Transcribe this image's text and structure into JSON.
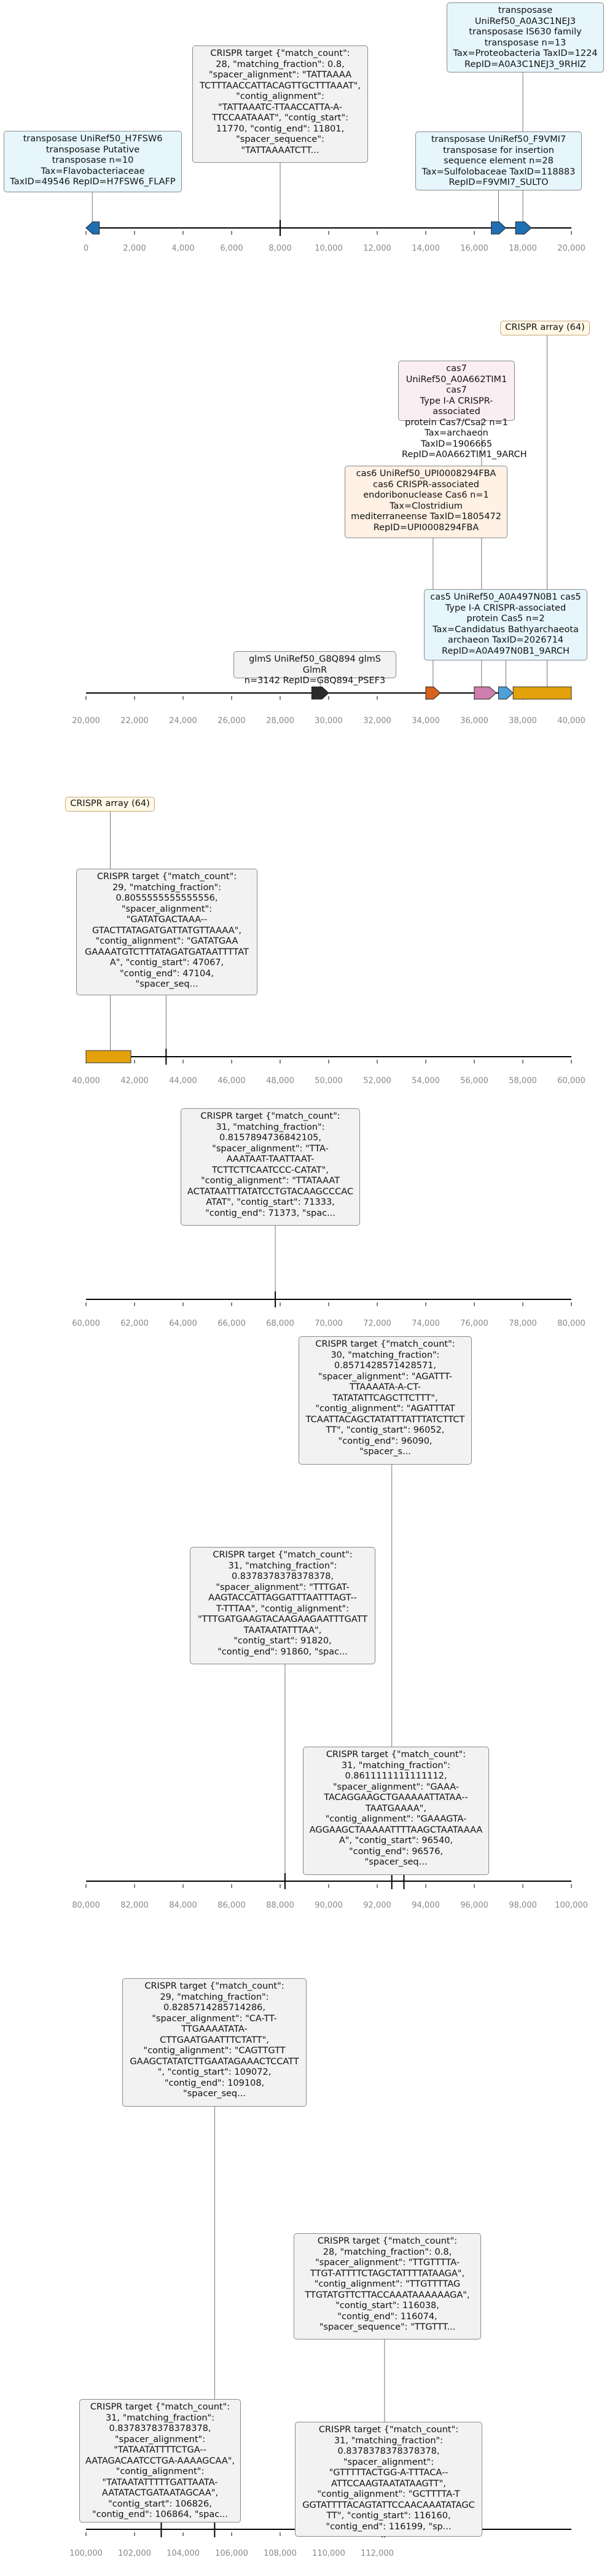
{
  "tracks": [
    {
      "ticks": [
        "0",
        "2,000",
        "4,000",
        "6,000",
        "8,000",
        "10,000",
        "12,000",
        "14,000",
        "16,000",
        "18,000",
        "20,000"
      ],
      "axis": {
        "start": 0,
        "end": 20000
      },
      "features": [
        {
          "type": "arrow",
          "dir": "left",
          "start": 0,
          "end": 550,
          "color": "#1f6fb5"
        },
        {
          "type": "arrow",
          "dir": "right",
          "start": 16700,
          "end": 17300,
          "color": "#1f6fb5"
        },
        {
          "type": "arrow",
          "dir": "right",
          "start": 17700,
          "end": 18350,
          "color": "#1f6fb5"
        },
        {
          "type": "mark",
          "pos": 8000
        }
      ],
      "labels": [
        {
          "style": "b-blue",
          "anchor": 260,
          "text": "transposase UniRef50_H7FSW6\ntransposase Putative\ntransposase n=10\nTax=Flavobacteriaceae\nTaxID=49546 RepID=H7FSW6_FLAFP"
        },
        {
          "style": "b-gray",
          "anchor": 8000,
          "text": "CRISPR target {\"match_count\":\n28, \"matching_fraction\": 0.8,\n\"spacer_alignment\": \"TATTAAAA\nTCTTTAACCATTACAGTTGCTTTAAAT\",\n\"contig_alignment\":\n\"TATTAAATC-TTAACCATTA-A-\nTTCCAATAAAT\", \"contig_start\":\n11770, \"contig_end\": 11801,\n\"spacer_sequence\":\n\"TATTAAAATCTT..."
        },
        {
          "style": "b-blue",
          "anchor": 18000,
          "text": "transposase\nUniRef50_A0A3C1NEJ3\ntransposase IS630 family\ntransposase n=13\nTax=Proteobacteria TaxID=1224\nRepID=A0A3C1NEJ3_9RHIZ"
        },
        {
          "style": "b-blue",
          "anchor": 17000,
          "text": "transposase UniRef50_F9VMI7\ntransposase for insertion\nsequence element n=28\nTax=Sulfolobaceae TaxID=118883\nRepID=F9VMI7_SULTO"
        }
      ]
    },
    {
      "ticks": [
        "20,000",
        "22,000",
        "24,000",
        "26,000",
        "28,000",
        "30,000",
        "32,000",
        "34,000",
        "36,000",
        "38,000",
        "40,000"
      ],
      "axis": {
        "start": 20000,
        "end": 40000
      },
      "features": [
        {
          "type": "arrow",
          "dir": "right",
          "start": 29300,
          "end": 30000,
          "color": "#2b2b2b"
        },
        {
          "type": "arrow",
          "dir": "right",
          "start": 34000,
          "end": 34600,
          "color": "#d8621c"
        },
        {
          "type": "arrow",
          "dir": "right",
          "start": 36000,
          "end": 36900,
          "color": "#cf7fae"
        },
        {
          "type": "arrow",
          "dir": "right",
          "start": 37000,
          "end": 37600,
          "color": "#4fa0d8"
        },
        {
          "type": "rect",
          "start": 37600,
          "end": 40000,
          "color": "#e3a10b"
        }
      ],
      "labels": [
        {
          "style": "b-cream",
          "anchor": 39000,
          "text": "CRISPR array (64)"
        },
        {
          "style": "b-pink",
          "anchor": 36300,
          "text": "cas7 UniRef50_A0A662TIM1 cas7\nType I-A CRISPR-associated\nprotein Cas7/Csa2 n=1\nTax=archaeon TaxID=1906665\nRepID=A0A662TIM1_9ARCH"
        },
        {
          "style": "b-orange",
          "anchor": 34300,
          "text": "cas6 UniRef50_UPI0008294FBA\ncas6 CRISPR-associated\nendoribonuclease Cas6 n=1\nTax=Clostridium\nmediterraneense TaxID=1805472\nRepID=UPI0008294FBA"
        },
        {
          "style": "b-blue",
          "anchor": 37300,
          "text": "cas5 UniRef50_A0A497N0B1 cas5\nType I-A CRISPR-associated\nprotein Cas5 n=2\nTax=Candidatus Bathyarchaeota\narchaeon TaxID=2026714\nRepID=A0A497N0B1_9ARCH"
        },
        {
          "style": "b-gray",
          "anchor": 29650,
          "text": "glmS UniRef50_G8Q894 glmS GlmR\nn=3142 RepID=G8Q894_PSEF3"
        }
      ]
    },
    {
      "ticks": [
        "40,000",
        "42,000",
        "44,000",
        "46,000",
        "48,000",
        "50,000",
        "52,000",
        "54,000",
        "56,000",
        "58,000",
        "60,000"
      ],
      "axis": {
        "start": 40000,
        "end": 60000
      },
      "features": [
        {
          "type": "rect",
          "start": 40000,
          "end": 41850,
          "color": "#e3a10b"
        },
        {
          "type": "mark",
          "pos": 43300
        }
      ],
      "labels": [
        {
          "style": "b-cream",
          "anchor": 41000,
          "text": "CRISPR array (64)"
        },
        {
          "style": "b-gray",
          "anchor": 43300,
          "text": "CRISPR target {\"match_count\":\n29, \"matching_fraction\":\n0.8055555555555556,\n\"spacer_alignment\":\n\"GATATGACTAAA--\nGTACTTATAGATGATTATGTTAAAA\",\n\"contig_alignment\": \"GATATGAA\nGAAAATGTCTTTATAGATGATAATTTTAT\nA\", \"contig_start\": 47067,\n\"contig_end\": 47104,\n\"spacer_seq..."
        }
      ]
    },
    {
      "ticks": [
        "60,000",
        "62,000",
        "64,000",
        "66,000",
        "68,000",
        "70,000",
        "72,000",
        "74,000",
        "76,000",
        "78,000",
        "80,000"
      ],
      "axis": {
        "start": 60000,
        "end": 80000
      },
      "features": [
        {
          "type": "mark",
          "pos": 67800
        }
      ],
      "labels": [
        {
          "style": "b-gray",
          "anchor": 67800,
          "text": "CRISPR target {\"match_count\":\n31, \"matching_fraction\":\n0.8157894736842105,\n\"spacer_alignment\": \"TTA-\nAAATAAT-TAATTAAT-\nTCTTCTTCAATCCC-CATAT\",\n\"contig_alignment\": \"TTATAAAT\nACTATAATTTATATCCTGTACAAGCCCAC\nATAT\", \"contig_start\": 71333,\n\"contig_end\": 71373, \"spac..."
        }
      ]
    },
    {
      "ticks": [
        "80,000",
        "82,000",
        "84,000",
        "86,000",
        "88,000",
        "90,000",
        "92,000",
        "94,000",
        "96,000",
        "98,000",
        "100,000"
      ],
      "axis": {
        "start": 80000,
        "end": 100000
      },
      "features": [
        {
          "type": "mark",
          "pos": 88200
        },
        {
          "type": "mark",
          "pos": 92600
        },
        {
          "type": "mark",
          "pos": 93100
        }
      ],
      "labels": [
        {
          "style": "b-gray",
          "anchor": 92600,
          "text": "CRISPR target {\"match_count\":\n30, \"matching_fraction\":\n0.8571428571428571,\n\"spacer_alignment\": \"AGATTT-\nTTAAAATA-A-CT-\nTATATATTCAGCTTCTTT\",\n\"contig_alignment\": \"AGATTTAT\nTCAATTACAGCTATATTTATTTATCTTCT\nTT\", \"contig_start\": 96052,\n\"contig_end\": 96090,\n\"spacer_s..."
        },
        {
          "style": "b-gray",
          "anchor": 88200,
          "text": "CRISPR target {\"match_count\":\n31, \"matching_fraction\":\n0.8378378378378378,\n\"spacer_alignment\": \"TTTGAT-\nAAGTACCATTAGGATTTAATTTAGT--\nT-TTTAA\", \"contig_alignment\":\n\"TTTGATGAAGTACAAGAAGAATTTGATT\nTAATAATATTTAA\",\n\"contig_start\": 91820,\n\"contig_end\": 91860, \"spac..."
        },
        {
          "style": "b-gray",
          "anchor": 93100,
          "text": "CRISPR target {\"match_count\":\n31, \"matching_fraction\":\n0.8611111111111112,\n\"spacer_alignment\": \"GAAA-\nTACAGGAAGCTGAAAAATTATAA--\nTAATGAAAA\",\n\"contig_alignment\": \"GAAAGTA-\nAGGAAGCTAAAAATTTTAAGCTAATAAAA\nA\", \"contig_start\": 96540,\n\"contig_end\": 96576,\n\"spacer_seq..."
        }
      ]
    },
    {
      "ticks": [
        "100,000",
        "102,000",
        "104,000",
        "106,000",
        "108,000",
        "110,000",
        "112,000"
      ],
      "axis": {
        "start": 100000,
        "end": 120000
      },
      "features": [
        {
          "type": "mark",
          "pos": 103100
        },
        {
          "type": "mark",
          "pos": 105300
        },
        {
          "type": "mark",
          "pos": 112200
        },
        {
          "type": "mark",
          "pos": 112300
        }
      ],
      "labels": [
        {
          "style": "b-gray",
          "anchor": 105300,
          "text": "CRISPR target {\"match_count\":\n29, \"matching_fraction\":\n0.8285714285714286,\n\"spacer_alignment\": \"CA-TT-\nTTGAAAATATA-\nCTTGAATGAATTTCTATT\",\n\"contig_alignment\": \"CAGTTGTT\nGAAGCTATATCTTGAATAGAAACTCCATT\n\", \"contig_start\": 109072,\n\"contig_end\": 109108,\n\"spacer_seq..."
        },
        {
          "style": "b-gray",
          "anchor": 112300,
          "text": "CRISPR target {\"match_count\":\n28, \"matching_fraction\": 0.8,\n\"spacer_alignment\": \"TTGTTTTA-\nTTGT-ATTTTCTAGCTATTTTATAAGA\",\n\"contig_alignment\": \"TTGTTTTAG\nTTGTATGTTCTTACCAAATAAAAAAGA\",\n\"contig_start\": 116038,\n\"contig_end\": 116074,\n\"spacer_sequence\": \"TTGTTT..."
        },
        {
          "style": "b-gray",
          "anchor": 103100,
          "text": "CRISPR target {\"match_count\":\n31, \"matching_fraction\":\n0.8378378378378378,\n\"spacer_alignment\":\n\"TATAATATTTTCTGA--\nAATAGACAATCCTGA-AAAAGCAA\",\n\"contig_alignment\":\n\"TATAATATTTTTGATTAATA-\nAATATACTGATAATAGCAA\",\n\"contig_start\": 106826,\n\"contig_end\": 106864, \"spac..."
        },
        {
          "style": "b-gray",
          "anchor": 112200,
          "text": "CRISPR target {\"match_count\":\n31, \"matching_fraction\":\n0.8378378378378378,\n\"spacer_alignment\":\n\"GTTTTTACTGG-A-TTTACA--\nATTCCAAGTAATATAAGTT\",\n\"contig_alignment\": \"GCTTTTA-T\nGGTATTTTACAGTATTCCAACAAATATAGC\nTT\", \"contig_start\": 116160,\n\"contig_end\": 116199, \"sp..."
        }
      ]
    }
  ]
}
